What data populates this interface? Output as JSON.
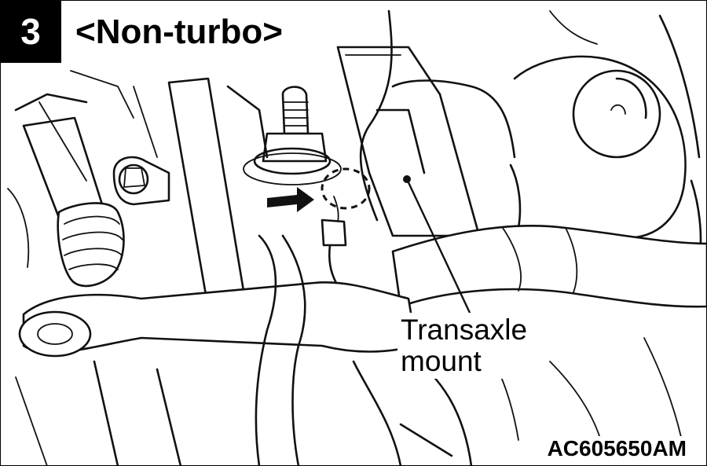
{
  "step_number": "3",
  "variant_label": "<Non-turbo>",
  "callout": {
    "line1": "Transaxle",
    "line2": "mount"
  },
  "figure_code": "AC605650AM"
}
